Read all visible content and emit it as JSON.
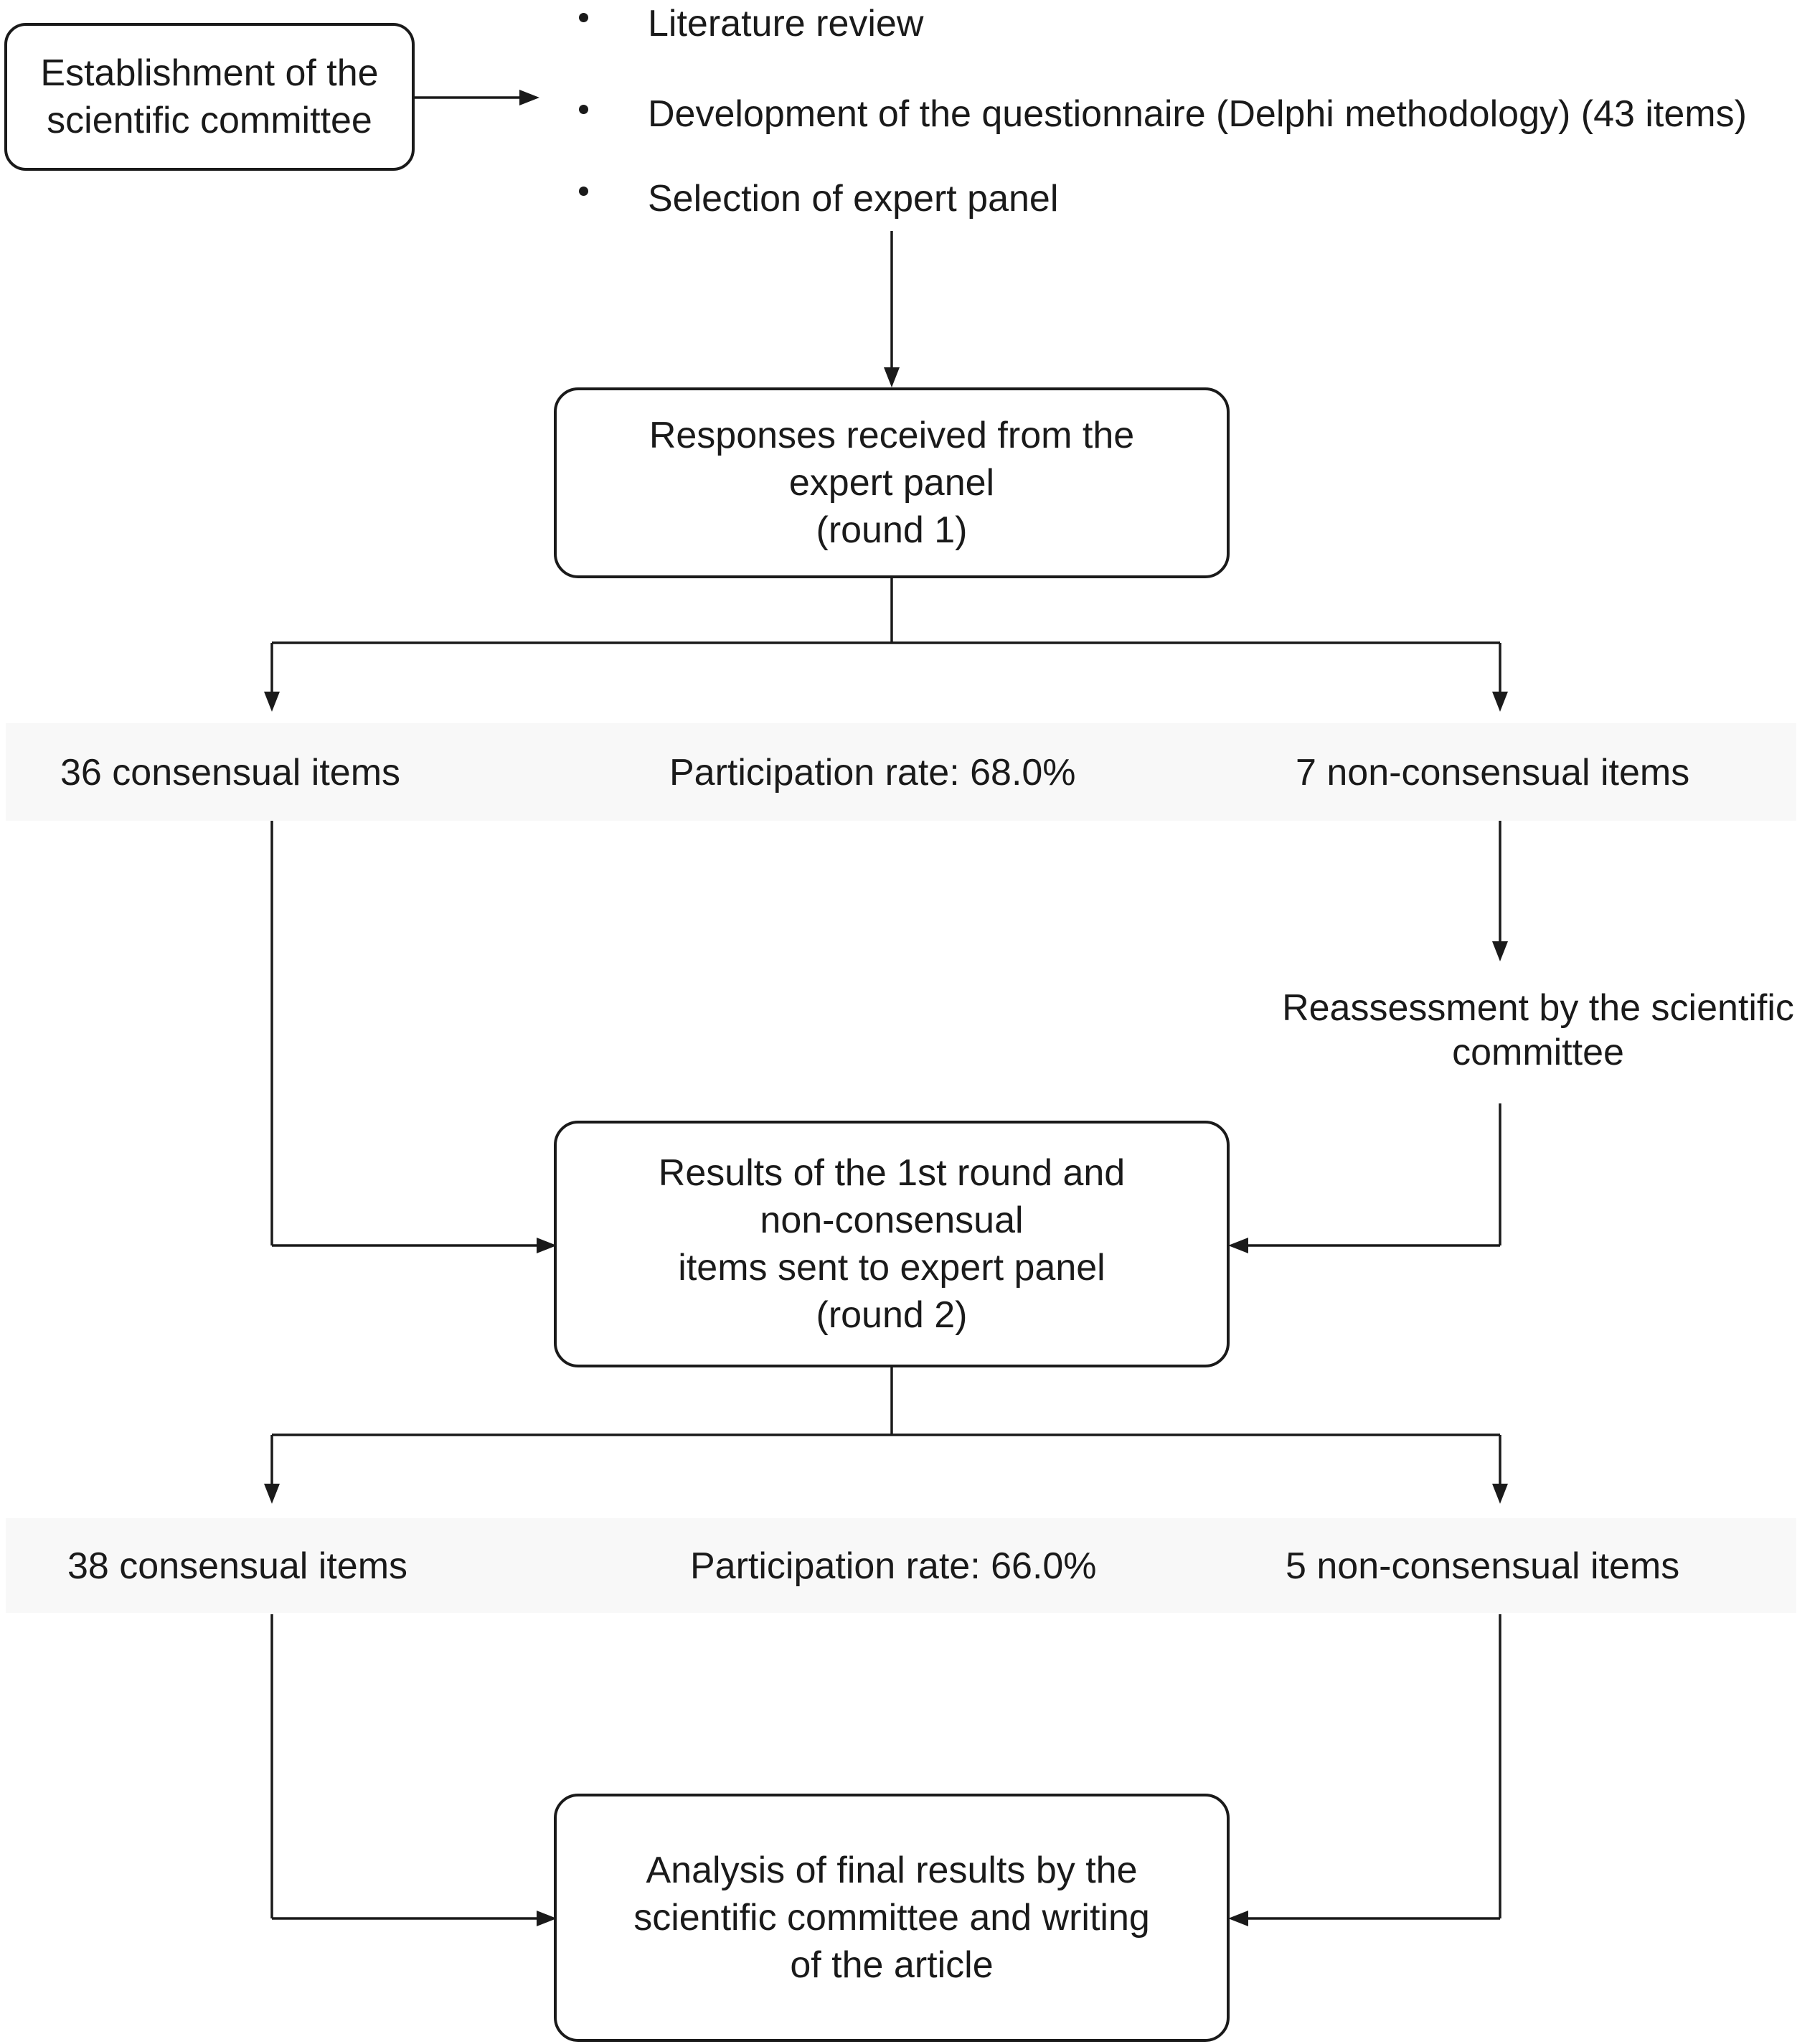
{
  "setup": {
    "committee_box": [
      "Establishment of the",
      "scientific committee"
    ],
    "steps": [
      "Literature review",
      "Development of the questionnaire (Delphi methodology) (43 items)",
      "Selection of expert panel"
    ]
  },
  "round1": {
    "box": [
      "Responses received from the",
      "expert panel",
      "(round 1)"
    ],
    "consensual": "36 consensual items",
    "participation": "Participation rate: 68.0%",
    "non_consensual": "7 non-consensual items",
    "reassessment": [
      "Reassessment by the scientific",
      "committee"
    ]
  },
  "round2": {
    "box": [
      "Results of the 1st round and",
      "non-consensual",
      "items sent to expert panel",
      "(round 2)"
    ],
    "consensual": "38 consensual items",
    "participation": "Participation rate: 66.0%",
    "non_consensual": "5 non-consensual items"
  },
  "final": {
    "box": [
      "Analysis of final results by the",
      "scientific committee and writing",
      "of the article"
    ]
  },
  "colors": {
    "line": "#1a1a1a",
    "band": "#f8f8f8"
  }
}
